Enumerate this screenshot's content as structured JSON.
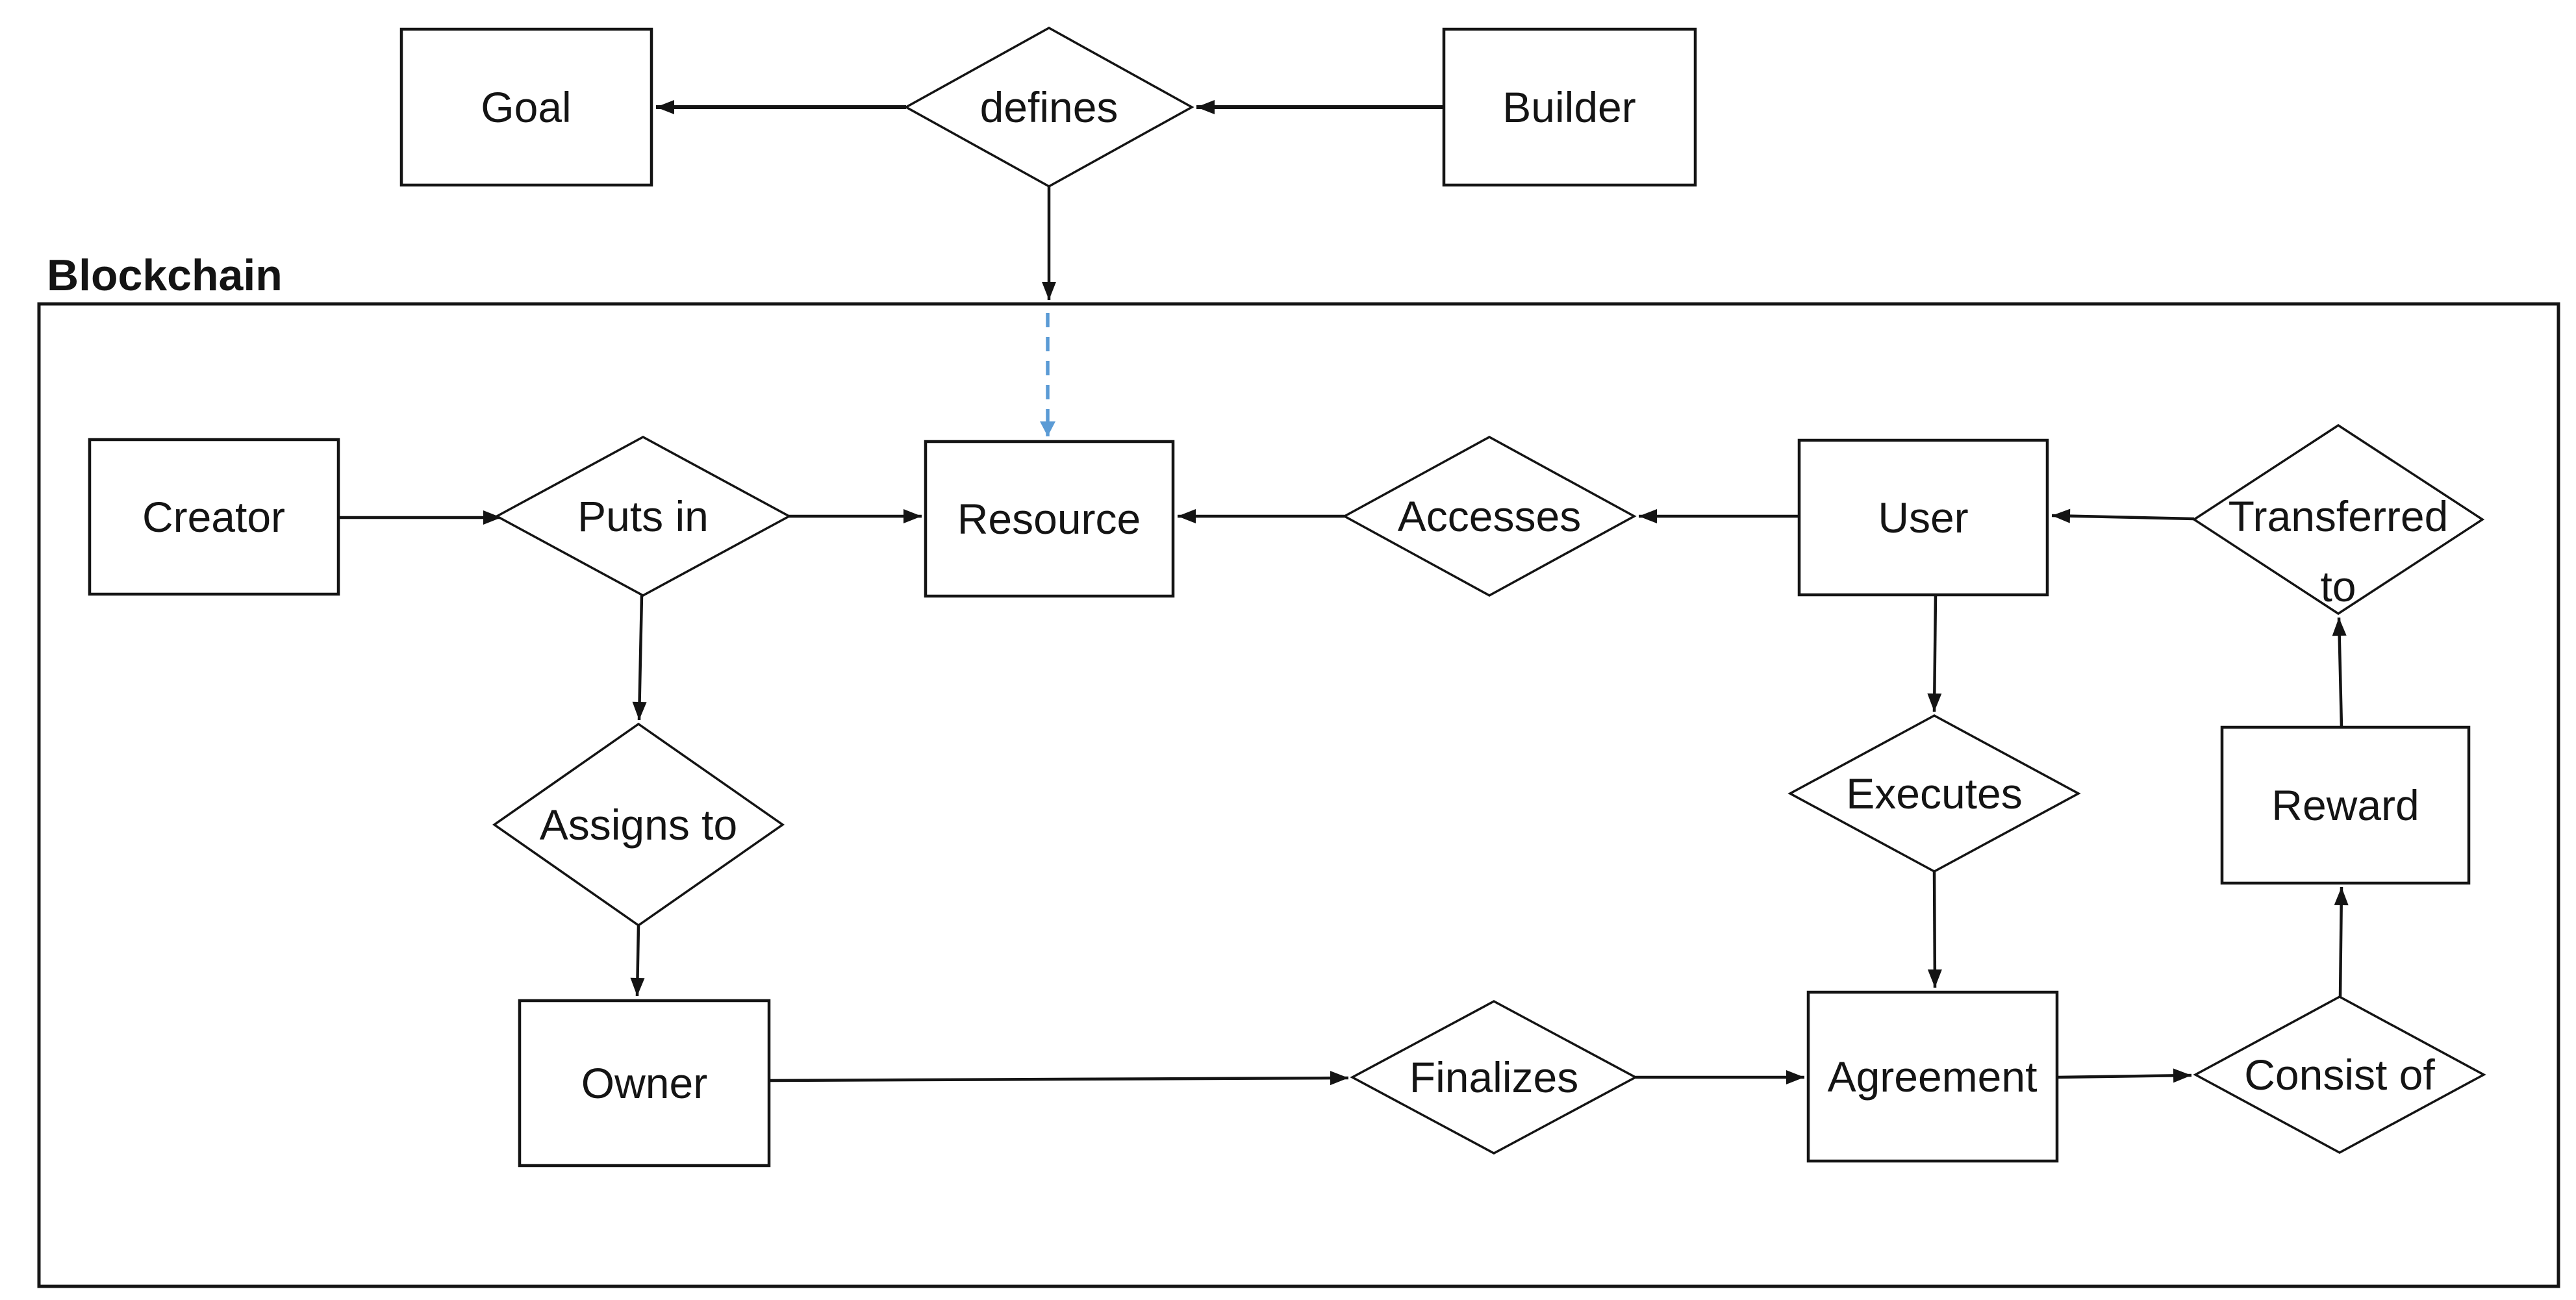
{
  "page": {
    "background": "#ffffff"
  },
  "colors": {
    "stroke": "#141414",
    "shape_fill": "#ffffff",
    "dashed_accent_blue": "#5b9bd5"
  },
  "container": {
    "label": "Blockchain"
  },
  "nodes": {
    "goal": {
      "label": "Goal",
      "kind": "entity"
    },
    "defines": {
      "label": "defines",
      "kind": "relationship"
    },
    "builder": {
      "label": "Builder",
      "kind": "entity"
    },
    "creator": {
      "label": "Creator",
      "kind": "entity"
    },
    "puts_in": {
      "label": "Puts in",
      "kind": "relationship"
    },
    "resource": {
      "label": "Resource",
      "kind": "entity"
    },
    "accesses": {
      "label": "Accesses",
      "kind": "relationship"
    },
    "user": {
      "label": "User",
      "kind": "entity"
    },
    "transferred_to": {
      "label": "Transferred to",
      "kind": "relationship",
      "lines": [
        "Transferred",
        "to"
      ]
    },
    "assigns_to": {
      "label": "Assigns to",
      "kind": "relationship"
    },
    "executes": {
      "label": "Executes",
      "kind": "relationship"
    },
    "reward": {
      "label": "Reward",
      "kind": "entity"
    },
    "owner": {
      "label": "Owner",
      "kind": "entity"
    },
    "finalizes": {
      "label": "Finalizes",
      "kind": "relationship"
    },
    "agreement": {
      "label": "Agreement",
      "kind": "entity"
    },
    "consist_of": {
      "label": "Consist of",
      "kind": "relationship"
    }
  },
  "edges": [
    {
      "from": "Builder",
      "to": "defines",
      "style": "solid",
      "arrow": "into defines"
    },
    {
      "from": "defines",
      "to": "Goal",
      "style": "solid",
      "arrow": "into Goal"
    },
    {
      "from": "defines",
      "to": "Blockchain boundary",
      "style": "solid",
      "arrow": "down onto boundary"
    },
    {
      "from": "defines",
      "to": "Resource",
      "style": "dashed-blue",
      "arrow": "into Resource top"
    },
    {
      "from": "Creator",
      "to": "Puts in",
      "style": "solid",
      "arrow": "into Puts in"
    },
    {
      "from": "Puts in",
      "to": "Resource",
      "style": "solid",
      "arrow": "into Resource"
    },
    {
      "from": "Accesses",
      "to": "Resource",
      "style": "solid",
      "arrow": "into Resource"
    },
    {
      "from": "User",
      "to": "Accesses",
      "style": "solid",
      "arrow": "into Accesses"
    },
    {
      "from": "Transferred to",
      "to": "User",
      "style": "solid",
      "arrow": "into User"
    },
    {
      "from": "Puts in",
      "to": "Assigns to",
      "style": "solid",
      "arrow": "into Assigns to"
    },
    {
      "from": "Assigns to",
      "to": "Owner",
      "style": "solid",
      "arrow": "into Owner"
    },
    {
      "from": "User",
      "to": "Executes",
      "style": "solid",
      "arrow": "into Executes"
    },
    {
      "from": "Executes",
      "to": "Agreement",
      "style": "solid",
      "arrow": "into Agreement"
    },
    {
      "from": "Owner",
      "to": "Finalizes",
      "style": "solid",
      "arrow": "into Finalizes"
    },
    {
      "from": "Finalizes",
      "to": "Agreement",
      "style": "solid",
      "arrow": "into Agreement"
    },
    {
      "from": "Agreement",
      "to": "Consist of",
      "style": "solid",
      "arrow": "into Consist of"
    },
    {
      "from": "Consist of",
      "to": "Reward",
      "style": "solid",
      "arrow": "up into Reward"
    },
    {
      "from": "Reward",
      "to": "Transferred to",
      "style": "solid",
      "arrow": "up into Transferred to"
    }
  ]
}
